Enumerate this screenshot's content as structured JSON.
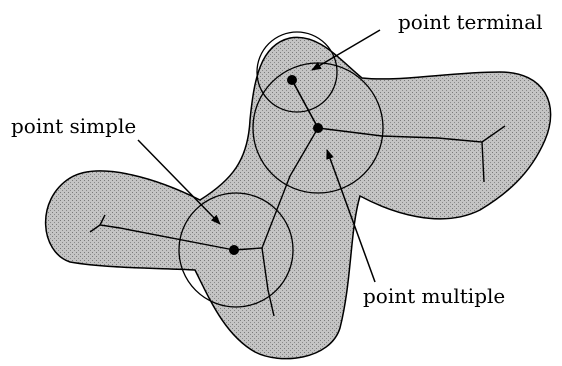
{
  "labels": {
    "terminal": "point terminal",
    "simple": "point simple",
    "multiple": "point multiple"
  },
  "colors": {
    "shape_fill": "#bdbdbd",
    "ink": "#000000",
    "background": "#ffffff"
  }
}
